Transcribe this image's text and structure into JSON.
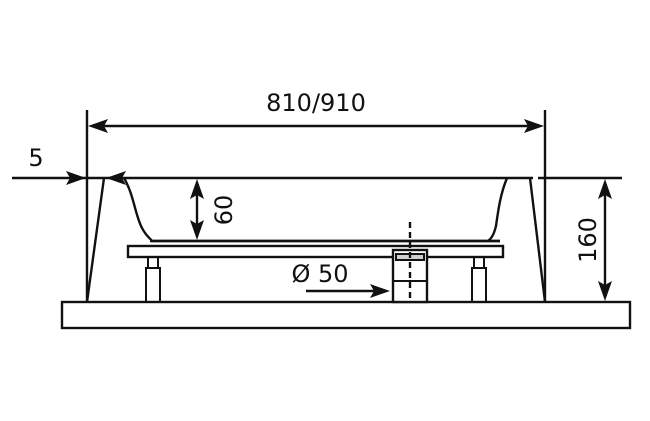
{
  "diagram": {
    "type": "technical-drawing",
    "subject": "bathtub cross-section with support frame",
    "line_color": "#111111",
    "background": "#ffffff"
  },
  "dimensions": {
    "overall_width": {
      "label": "810/910"
    },
    "rim_offset": {
      "label": "5"
    },
    "inner_depth": {
      "label": "60"
    },
    "overall_height": {
      "label": "160"
    },
    "drain_diameter": {
      "label": "Ø 50"
    }
  }
}
